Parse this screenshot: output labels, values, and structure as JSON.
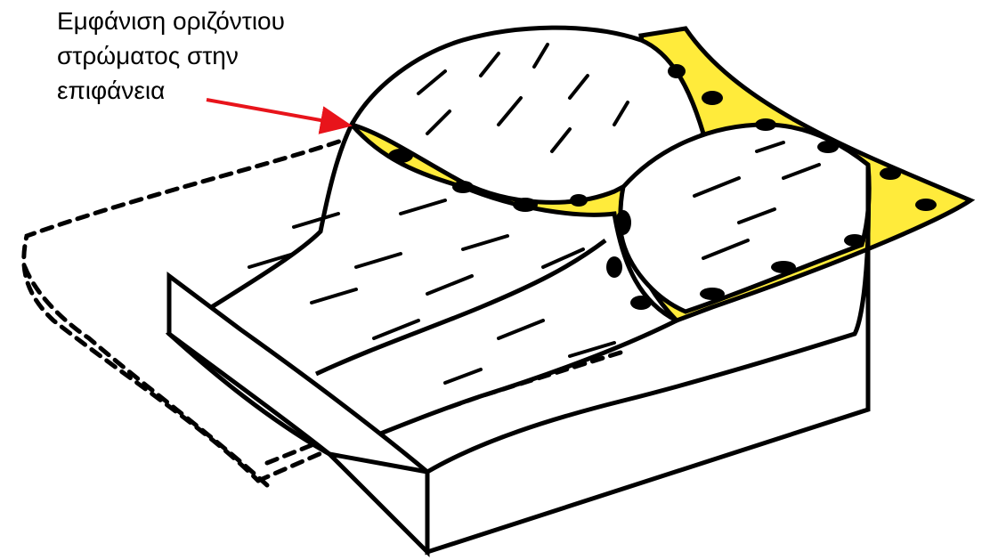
{
  "annotation": {
    "lines": [
      "Εμφάνιση οριζόντιου",
      "στρώματος στην",
      "επιφάνεια"
    ]
  },
  "colors": {
    "stratum_fill": "#ffeb3b",
    "arrow": "#e8141b",
    "ink": "#000000",
    "background": "#ffffff"
  }
}
